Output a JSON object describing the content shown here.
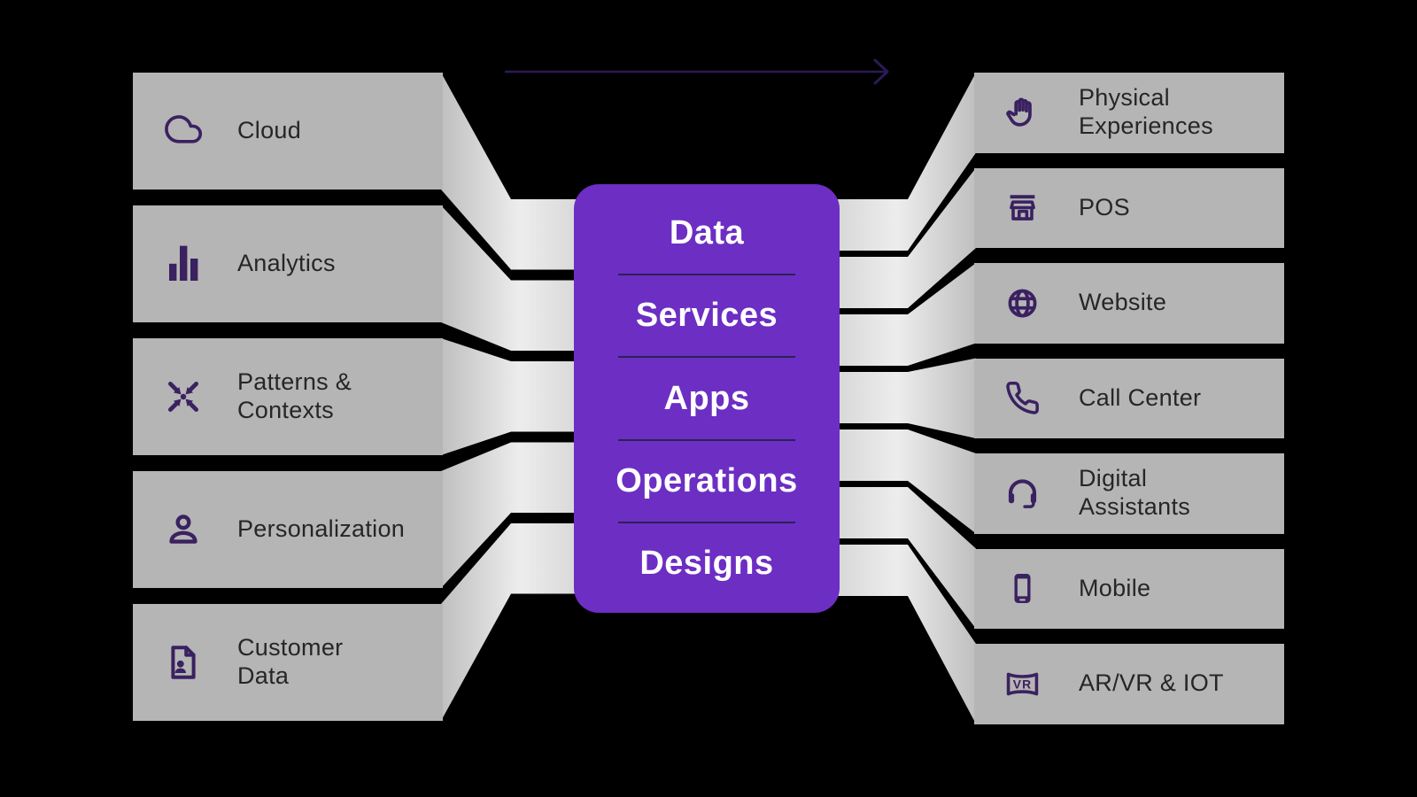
{
  "colors": {
    "background": "#000000",
    "box_gray": "#b5b5b5",
    "connector_light": "#ededed",
    "center_purple": "#6c2ec3",
    "icon_purple": "#3a2160",
    "arrow_indigo": "#2c1a55",
    "center_divider": "#2c2156",
    "label_text": "#262626",
    "center_text": "#ffffff"
  },
  "flow_arrow": {
    "direction": "left-to-right"
  },
  "left_items": [
    {
      "label": "Cloud",
      "icon": "cloud-icon"
    },
    {
      "label": "Analytics",
      "icon": "bar-chart-icon"
    },
    {
      "label": "Patterns &\nContexts",
      "icon": "compress-arrows-icon"
    },
    {
      "label": "Personalization",
      "icon": "person-icon"
    },
    {
      "label": "Customer\nData",
      "icon": "customer-data-file-icon"
    }
  ],
  "center": {
    "items": [
      "Data",
      "Services",
      "Apps",
      "Operations",
      "Designs"
    ]
  },
  "right_items": [
    {
      "label": "Physical\nExperiences",
      "icon": "hand-icon"
    },
    {
      "label": "POS",
      "icon": "storefront-icon"
    },
    {
      "label": "Website",
      "icon": "globe-icon"
    },
    {
      "label": "Call Center",
      "icon": "phone-icon"
    },
    {
      "label": "Digital\nAssistants",
      "icon": "headset-icon"
    },
    {
      "label": "Mobile",
      "icon": "smartphone-icon"
    },
    {
      "label": "AR/VR & IOT",
      "icon": "vr-goggles-icon",
      "icon_text": "VR"
    }
  ]
}
